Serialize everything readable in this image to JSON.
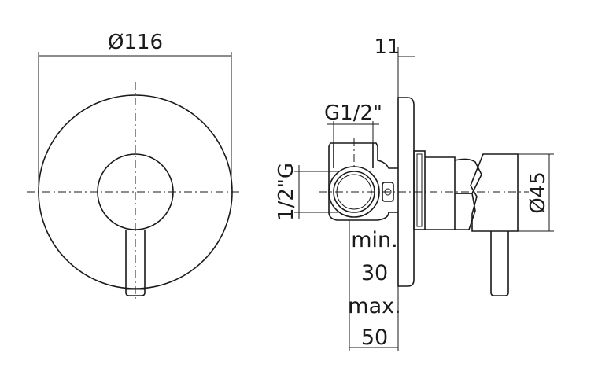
{
  "labels": {
    "diameter_plate": "Ø116",
    "width_top": "11",
    "thread_top": "G1/2\"",
    "thread_side": "1/2\"G",
    "diameter_body": "Ø45",
    "depth_min": "min.",
    "depth_min_value": "30",
    "depth_max": "max.",
    "depth_max_value": "50"
  },
  "colors": {
    "ink": "#1a1a1a",
    "paper": "#ffffff"
  }
}
